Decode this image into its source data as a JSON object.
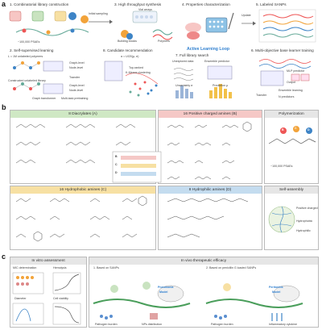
{
  "panel_a": {
    "letter": "a",
    "steps": {
      "s1": "1. Combinatorial library construction",
      "s2": "2. Self-supervised learning",
      "s3": "3. High throughput synthesis",
      "s4": "4. Properties characterization",
      "s5": "5. Labeled SANPs",
      "s6": "6. Multi-objective base learner training",
      "s7": "7. Full library search",
      "s8": "8. Candidate recommendation"
    },
    "labels": {
      "lib_count": "~100,000 PSAEs",
      "initial_sampling": "Initial sampling",
      "building_blocks": "Building blocks",
      "polymers": "Polymers",
      "vial_arrays": "Vial arrays",
      "update": "Update",
      "active_loop": "Active Learning Loop",
      "unlabeled_polymers": "L = 1M unlabeled polymers",
      "graph_level_1": "Graph-level",
      "node_level_1": "Node-level",
      "transfer": "Transfer",
      "constructed_polymers": "Constructed unlabeled library",
      "graph_level_2": "Graph-level",
      "node_level_2": "Node-level",
      "multi_task": "Multi-task pretraining",
      "graph_transformer": "Graph transformer",
      "unexplored": "Unexplored data",
      "ensemble_predictor": "Ensemble predictor",
      "prediction": "Prediction μ",
      "uncertainty": "Uncertainty σ",
      "formula": "α = UCB(μ, σ)",
      "top_ranked": "Top-ranked",
      "kmeans": "K-Means clustering",
      "mlp": "MLP predictor",
      "output": "Output",
      "ensemble_learning": "Ensemble learning",
      "n_predictors": "N predictors",
      "transfer_2": "Transfer"
    }
  },
  "panel_b": {
    "letter": "b",
    "groups": {
      "A": "8 Diacrylates (A)",
      "B": "16 Positive charged amines (B)",
      "C": "16 Hydrophobic amines (C)",
      "D": "8 Hydrophilic amines (D)"
    },
    "polymerization": "Polymerization",
    "self_assembly": "Self-assembly",
    "psae_count": "~100,000 PSAEs",
    "legend": [
      "Positive charged",
      "Hydrophobic",
      "Hydrophilic"
    ],
    "chain_letters": [
      "B",
      "C",
      "D"
    ]
  },
  "panel_c": {
    "letter": "c",
    "in_vitro": "In vitro assessment",
    "in_vivo": "In vivo therapeutic efficacy",
    "assays": [
      "MIC determination",
      "Hemolysis",
      "Diameter",
      "Cell viability"
    ],
    "case1": "1. Based on SANPs",
    "case2": "2. Based on penicillin G loaded SANPs",
    "model1": "Pneumonia",
    "model1_sub": "Model",
    "model2": "Peritonitis",
    "model2_sub": "Model",
    "out1": "Pathogen burden",
    "out2": "NPs distribution",
    "out3": "Pathogen burden",
    "out4": "Inflammatory cytokine"
  },
  "colors": {
    "green": "#cfe8c4",
    "pink": "#f5c8c6",
    "yellow": "#f7e0a3",
    "blue": "#c4dcef",
    "grey": "#e6e6e6",
    "active": "#2f7fcf"
  }
}
